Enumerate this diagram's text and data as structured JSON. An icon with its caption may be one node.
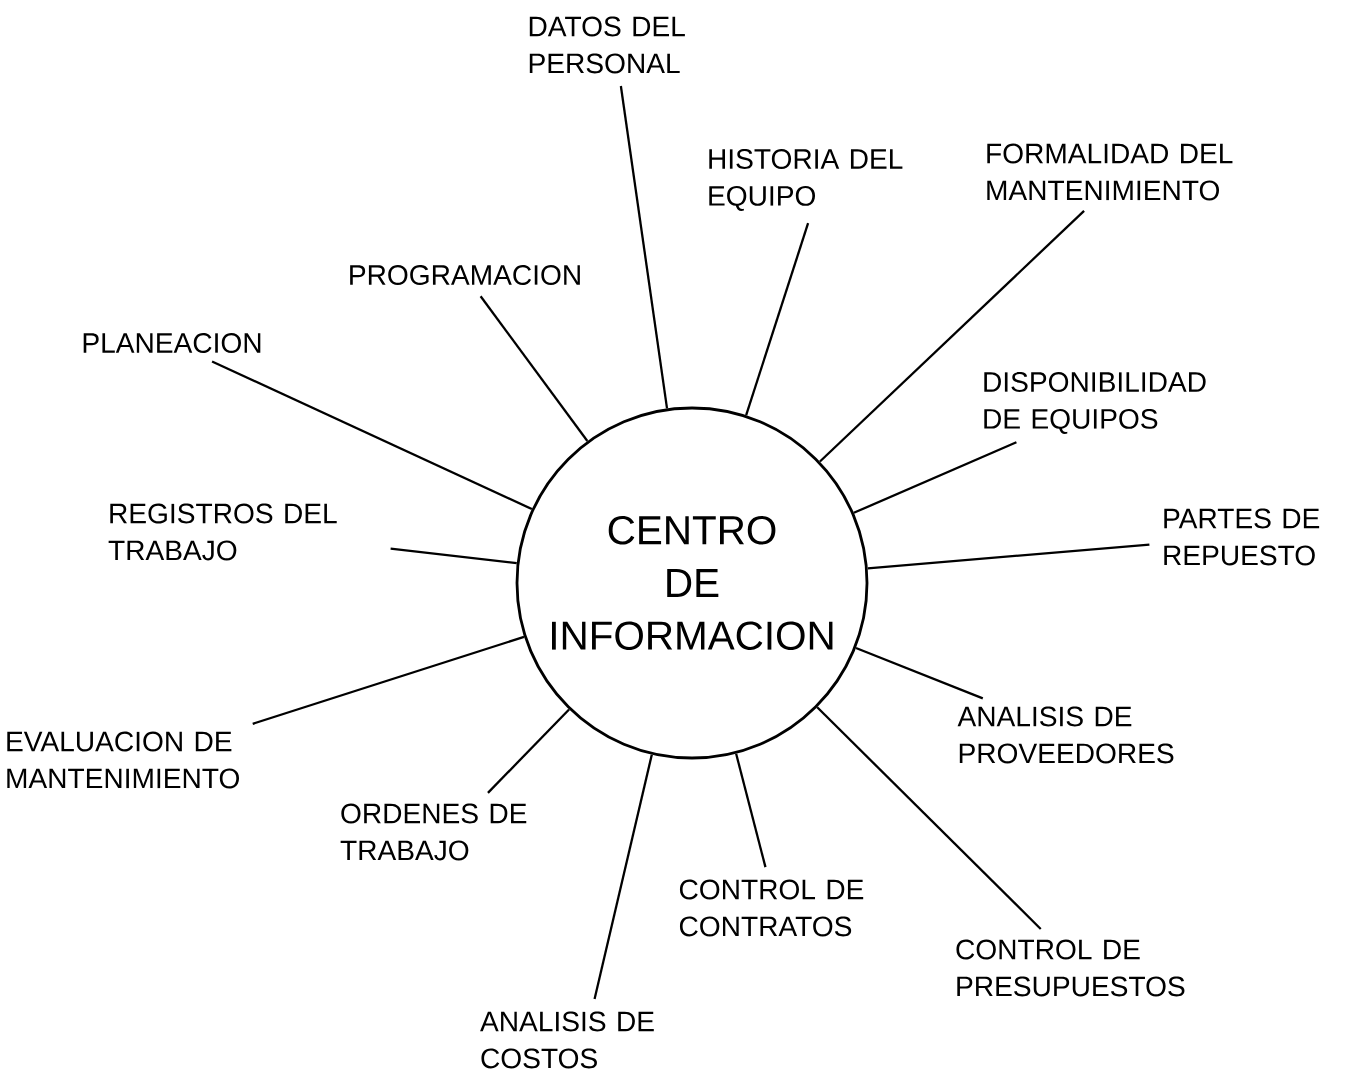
{
  "diagram": {
    "nodes": [
      {
        "text": [
          "CENTRO DE INFORMACION"
        ]
      },
      {
        "text": [
          "DATOS DEL PERSONAL"
        ]
      },
      {
        "text": [
          "HISTORIA DEL EQUIPO"
        ]
      },
      {
        "text": [
          "FORMALIDAD DEL MANTENIMIENTO"
        ]
      },
      {
        "text": [
          "DISPONIBILIDAD DE EQUIPOS"
        ]
      },
      {
        "text": [
          "PARTES DE REPUESTO"
        ]
      },
      {
        "text": [
          "ANALISIS DE PROVEEDORES"
        ]
      },
      {
        "text": [
          "CONTROL DE PRESUPUESTOS"
        ]
      },
      {
        "text": [
          "CONTROL DE CONTRATOS"
        ]
      },
      {
        "text": [
          "ANALISIS DE COSTOS"
        ]
      },
      {
        "text": [
          "ORDENES DE TRABAJO"
        ]
      },
      {
        "text": [
          "EVALUACION DE MANTENIMIENTO"
        ]
      },
      {
        "text": [
          "REGISTROS DEL TRABAJO"
        ]
      },
      {
        "text": [
          "PLANEACION"
        ]
      },
      {
        "text": [
          "PROGRAMACION"
        ]
      }
    ],
    "edges": [
      {
        "from": 0,
        "to": 1,
        "arrow": "none"
      },
      {
        "from": 0,
        "to": 2,
        "arrow": "none"
      },
      {
        "from": 0,
        "to": 3,
        "arrow": "none"
      },
      {
        "from": 0,
        "to": 4,
        "arrow": "none"
      },
      {
        "from": 0,
        "to": 5,
        "arrow": "none"
      },
      {
        "from": 0,
        "to": 6,
        "arrow": "none"
      },
      {
        "from": 0,
        "to": 7,
        "arrow": "none"
      },
      {
        "from": 0,
        "to": 8,
        "arrow": "none"
      },
      {
        "from": 0,
        "to": 9,
        "arrow": "none"
      },
      {
        "from": 0,
        "to": 10,
        "arrow": "none"
      },
      {
        "from": 0,
        "to": 11,
        "arrow": "none"
      },
      {
        "from": 0,
        "to": 12,
        "arrow": "none"
      },
      {
        "from": 0,
        "to": 13,
        "arrow": "none"
      },
      {
        "from": 0,
        "to": 14,
        "arrow": "none"
      }
    ]
  }
}
